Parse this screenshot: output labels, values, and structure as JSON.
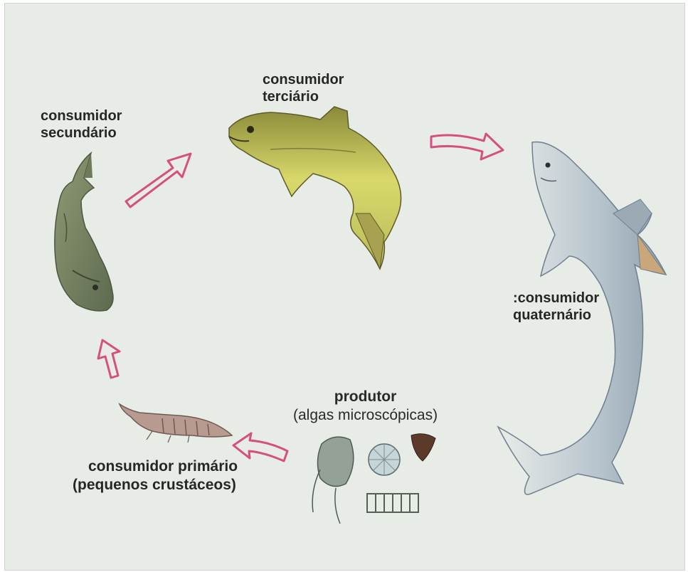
{
  "diagram": {
    "colors": {
      "background": "#e8ece7",
      "arrow": "#d6507f",
      "label": "#262626"
    },
    "nodes": {
      "secondary": {
        "line1": "consumidor",
        "line2": "secundário",
        "icon": "bass-fish-icon"
      },
      "tertiary": {
        "line1": "consumidor",
        "line2": "terciário",
        "icon": "trout-fish-icon"
      },
      "quaternary": {
        "line1": ":consumidor",
        "line2": "quaternário",
        "icon": "shark-icon"
      },
      "producer": {
        "line1": "produtor",
        "line2": "(algas microscópicas)",
        "icon": "microalgae-icon"
      },
      "primary": {
        "line1": "consumidor primário",
        "line2": "(pequenos crustáceos)",
        "icon": "crustacean-icon"
      }
    }
  }
}
